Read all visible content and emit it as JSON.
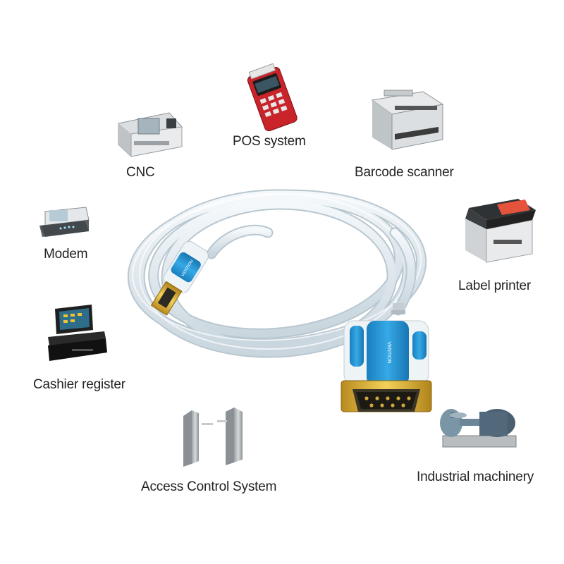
{
  "devices": [
    {
      "id": "pos",
      "label": "POS system",
      "icon": "pos-terminal-icon"
    },
    {
      "id": "cnc",
      "label": "CNC",
      "icon": "cnc-machine-icon"
    },
    {
      "id": "barcode",
      "label": "Barcode scanner",
      "icon": "scanner-copier-icon"
    },
    {
      "id": "modem",
      "label": "Modem",
      "icon": "modem-icon"
    },
    {
      "id": "label_printer",
      "label": "Label printer",
      "icon": "printer-icon"
    },
    {
      "id": "cashier",
      "label": "Cashier register",
      "icon": "cash-register-icon"
    },
    {
      "id": "access",
      "label": "Access Control System",
      "icon": "turnstile-gate-icon"
    },
    {
      "id": "industrial",
      "label": "Industrial machinery",
      "icon": "pump-motor-icon"
    }
  ],
  "cable": {
    "brand_text": "VENTION",
    "usb_color": "#1f8fd1",
    "cable_color": "#dfe8ee",
    "connector_color": "#1d8fd0"
  }
}
